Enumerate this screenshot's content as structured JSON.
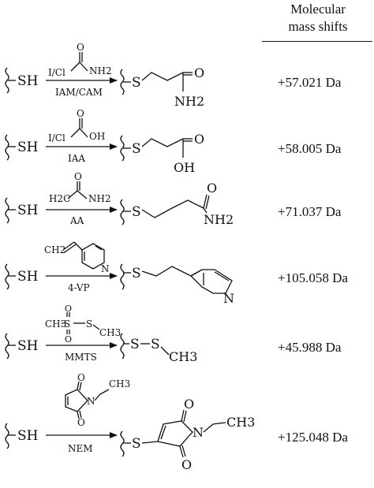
{
  "header": {
    "line1": "Molecular",
    "line2": "mass shifts"
  },
  "common": {
    "thiol": "SH",
    "sulfur": "S"
  },
  "reactions": [
    {
      "reagent_name": "IAM/CAM",
      "leaving": "I/Cl",
      "reagent_group": "NH2",
      "product_group": "NH2",
      "shift": "+57.021 Da"
    },
    {
      "reagent_name": "IAA",
      "leaving": "I/Cl",
      "reagent_group": "OH",
      "product_group": "OH",
      "shift": "+58.005 Da"
    },
    {
      "reagent_name": "AA",
      "leaving": "H2C",
      "reagent_group": "NH2",
      "product_group": "NH2",
      "shift": "+71.037 Da"
    },
    {
      "reagent_name": "4-VP",
      "leaving": "CH2",
      "reagent_group": "N",
      "product_group": "N",
      "shift": "+105.058 Da"
    },
    {
      "reagent_name": "MMTS",
      "leaving": "CH3",
      "reagent_group": "CH3",
      "product_group": "CH3",
      "shift": "+45.988 Da"
    },
    {
      "reagent_name": "NEM",
      "leaving": "CH3",
      "reagent_group": "CH3",
      "product_group": "CH3",
      "shift": "+125.048 Da"
    }
  ],
  "atoms": {
    "O": "O",
    "N": "N",
    "H": "H",
    "S": "S",
    "sub2": "2",
    "sub3": "3"
  }
}
